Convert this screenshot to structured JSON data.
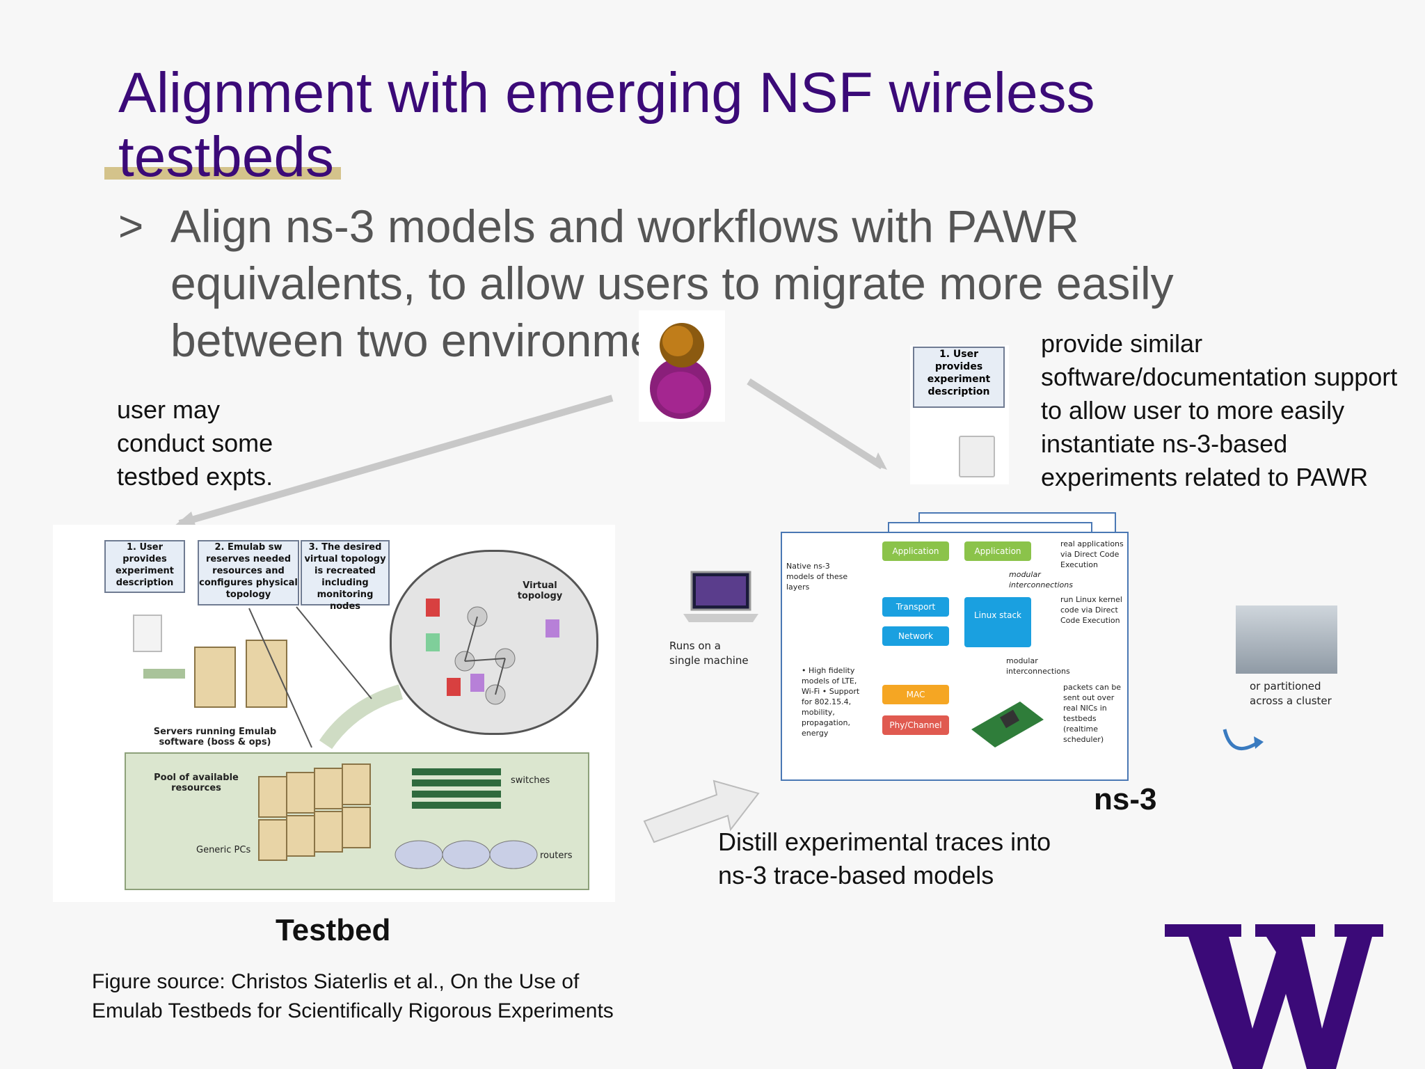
{
  "title": "Alignment with emerging NSF wireless testbeds",
  "bullet": {
    "marker": ">",
    "text": "Align ns-3 models and workflows with PAWR equivalents, to allow users to migrate more easily between two environments"
  },
  "note_left": "user may conduct some testbed expts.",
  "note_right": "provide similar software/documentation support to allow user to more easily instantiate ns-3-based experiments related to PAWR",
  "step_label": "1. User provides experiment description",
  "testbed": {
    "boxes": [
      "1. User provides experiment description",
      "2. Emulab sw reserves needed resources and configures physical topology",
      "3. The desired virtual topology is recreated including monitoring nodes"
    ],
    "virtual_topology": "Virtual topology",
    "servers_label": "Servers running Emulab software (boss & ops)",
    "pool_label": "Pool of available resources",
    "generic_pcs": "Generic PCs",
    "switches": "switches",
    "routers": "routers",
    "caption": "Testbed"
  },
  "ns3": {
    "native_label": "Native ns-3 models of these layers",
    "layers": [
      "Application",
      "Application",
      "Transport",
      "Linux stack",
      "Network",
      "MAC",
      "Phy/Channel"
    ],
    "real_apps": "real applications via Direct Code Execution",
    "modular1": "modular interconnections",
    "run_linux": "run Linux kernel code via Direct Code Execution",
    "modular2": "modular interconnections",
    "packets": "packets can be sent out over real NICs in testbeds (realtime scheduler)",
    "bullets": "• High fidelity models of LTE, Wi-Fi • Support for 802.15.4, mobility, propagation, energy",
    "runs_on": "Runs on a single machine",
    "partitioned": "or partitioned across a cluster",
    "caption": "ns-3"
  },
  "distill": "Distill experimental traces into ns-3 trace-based models",
  "source": "Figure source:  Christos Siaterlis et al., On the Use of Emulab Testbeds for Scientifically Rigorous Experiments",
  "colors": {
    "title": "#3b0a78",
    "uw_purple": "#3b0a78",
    "layer_green": "#8bc34a",
    "layer_blue": "#1aa0e0",
    "layer_orange": "#f5a623",
    "layer_red": "#e05a50"
  }
}
